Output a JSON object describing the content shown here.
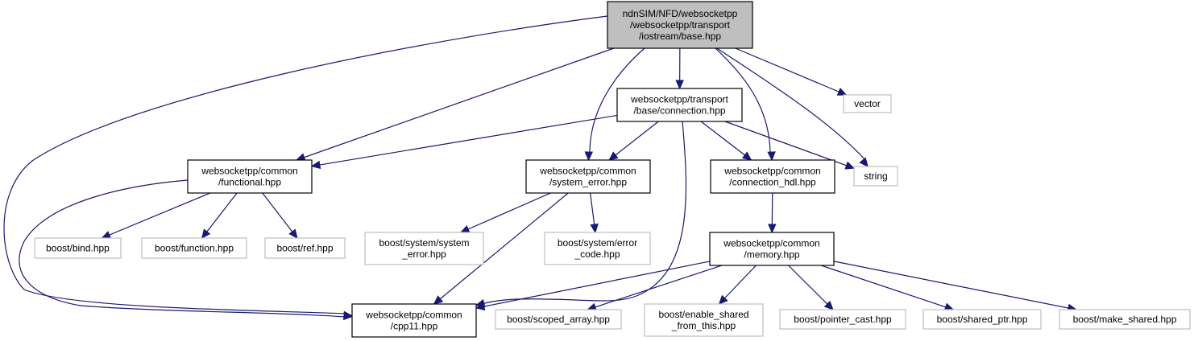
{
  "diagram": {
    "title": "Include dependency graph for ndnSIM/NFD/websocketpp/websocketpp/transport/iostream/base.hpp",
    "colors": {
      "edge": "#191970",
      "root_fill": "#bfbfbf",
      "local_border": "#000000",
      "external_border": "#bfbfbf"
    },
    "nodes": [
      {
        "id": "base",
        "kind": "main",
        "lines": [
          "ndnSIM/NFD/websocketpp",
          "/websocketpp/transport",
          "/iostream/base.hpp"
        ]
      },
      {
        "id": "connection",
        "kind": "local",
        "lines": [
          "websocketpp/transport",
          "/base/connection.hpp"
        ]
      },
      {
        "id": "vector",
        "kind": "ext",
        "lines": [
          "vector"
        ]
      },
      {
        "id": "functional",
        "kind": "local",
        "lines": [
          "websocketpp/common",
          "/functional.hpp"
        ]
      },
      {
        "id": "system_error",
        "kind": "local",
        "lines": [
          "websocketpp/common",
          "/system_error.hpp"
        ]
      },
      {
        "id": "connection_hdl",
        "kind": "local",
        "lines": [
          "websocketpp/common",
          "/connection_hdl.hpp"
        ]
      },
      {
        "id": "string",
        "kind": "ext",
        "lines": [
          "string"
        ]
      },
      {
        "id": "bind",
        "kind": "ext",
        "lines": [
          "boost/bind.hpp"
        ]
      },
      {
        "id": "function",
        "kind": "ext",
        "lines": [
          "boost/function.hpp"
        ]
      },
      {
        "id": "ref",
        "kind": "ext",
        "lines": [
          "boost/ref.hpp"
        ]
      },
      {
        "id": "bsys_error",
        "kind": "ext",
        "lines": [
          "boost/system/system",
          "_error.hpp"
        ]
      },
      {
        "id": "berror_code",
        "kind": "ext",
        "lines": [
          "boost/system/error",
          "_code.hpp"
        ]
      },
      {
        "id": "memory",
        "kind": "local",
        "lines": [
          "websocketpp/common",
          "/memory.hpp"
        ]
      },
      {
        "id": "cpp11",
        "kind": "local",
        "lines": [
          "websocketpp/common",
          "/cpp11.hpp"
        ]
      },
      {
        "id": "scoped_array",
        "kind": "ext",
        "lines": [
          "boost/scoped_array.hpp"
        ]
      },
      {
        "id": "enable_shared",
        "kind": "ext",
        "lines": [
          "boost/enable_shared",
          "_from_this.hpp"
        ]
      },
      {
        "id": "pointer_cast",
        "kind": "ext",
        "lines": [
          "boost/pointer_cast.hpp"
        ]
      },
      {
        "id": "shared_ptr",
        "kind": "ext",
        "lines": [
          "boost/shared_ptr.hpp"
        ]
      },
      {
        "id": "make_shared",
        "kind": "ext",
        "lines": [
          "boost/make_shared.hpp"
        ]
      }
    ],
    "edges": [
      [
        "base",
        "connection"
      ],
      [
        "base",
        "vector"
      ],
      [
        "base",
        "functional"
      ],
      [
        "base",
        "system_error"
      ],
      [
        "base",
        "connection_hdl"
      ],
      [
        "base",
        "string"
      ],
      [
        "base",
        "cpp11"
      ],
      [
        "connection",
        "functional"
      ],
      [
        "connection",
        "system_error"
      ],
      [
        "connection",
        "connection_hdl"
      ],
      [
        "connection",
        "string"
      ],
      [
        "connection",
        "cpp11"
      ],
      [
        "functional",
        "bind"
      ],
      [
        "functional",
        "function"
      ],
      [
        "functional",
        "ref"
      ],
      [
        "functional",
        "cpp11"
      ],
      [
        "system_error",
        "bsys_error"
      ],
      [
        "system_error",
        "berror_code"
      ],
      [
        "system_error",
        "cpp11"
      ],
      [
        "connection_hdl",
        "memory"
      ],
      [
        "memory",
        "cpp11"
      ],
      [
        "memory",
        "scoped_array"
      ],
      [
        "memory",
        "enable_shared"
      ],
      [
        "memory",
        "pointer_cast"
      ],
      [
        "memory",
        "shared_ptr"
      ],
      [
        "memory",
        "make_shared"
      ]
    ]
  }
}
